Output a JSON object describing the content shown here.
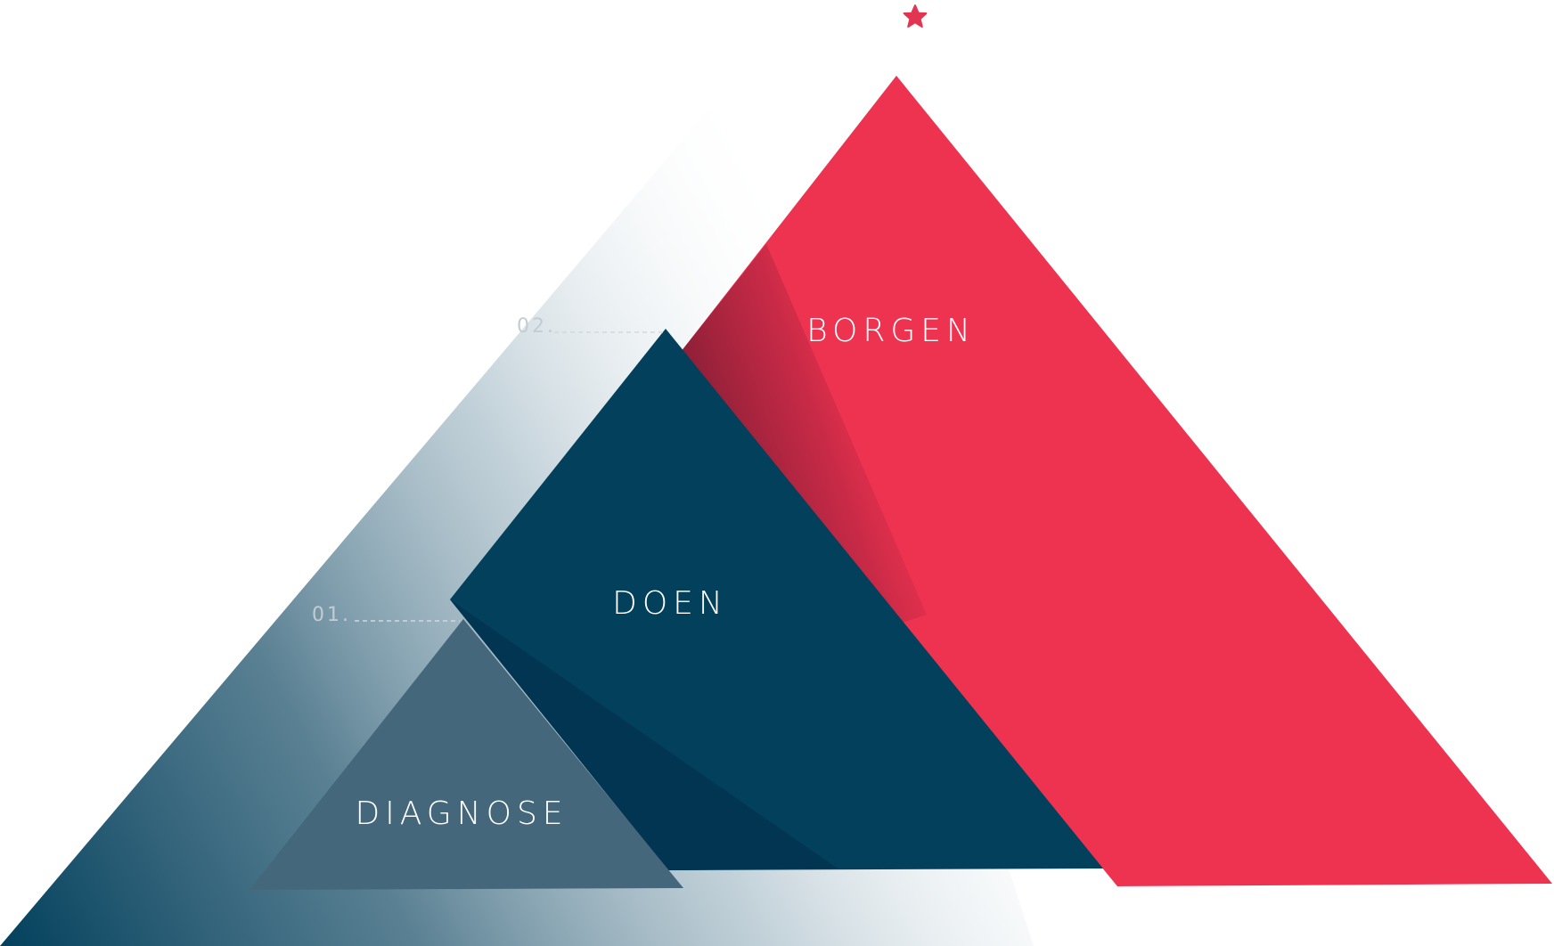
{
  "diagram": {
    "stages": [
      {
        "number": "01.",
        "label": "DIAGNOSE",
        "color": "#44677c"
      },
      {
        "number": "02.",
        "label": "DOEN",
        "color": "#02405c"
      },
      {
        "number": "",
        "label": "BORGEN",
        "color": "#ee3351"
      }
    ],
    "colors": {
      "navy": "#02405c",
      "navy_dark": "#013550",
      "slate": "#44677c",
      "red": "#ee3351",
      "red_dark": "#8e1f38",
      "star": "#e23552"
    },
    "icons": {
      "top": "star-icon"
    }
  }
}
